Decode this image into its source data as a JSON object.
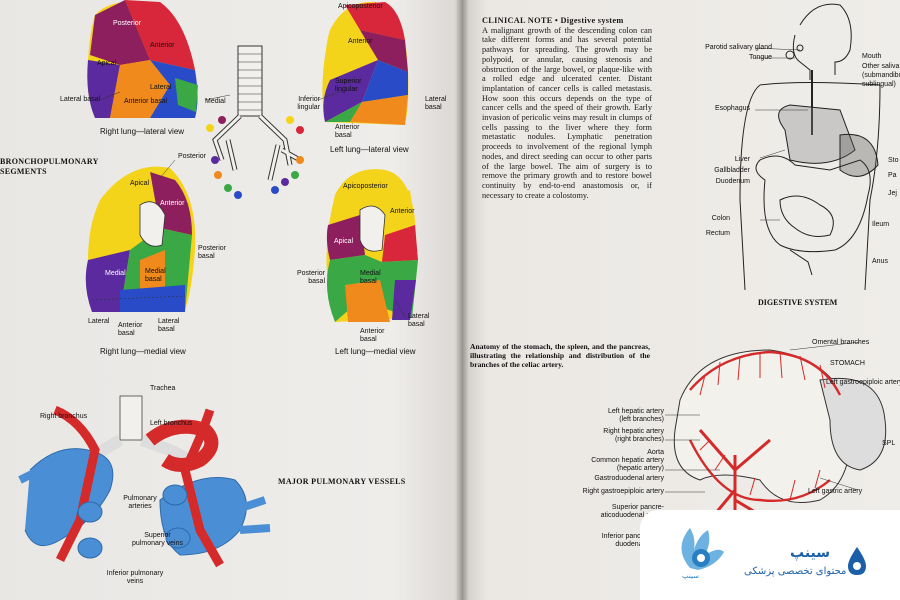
{
  "left_page": {
    "section_title": "BRONCHOPULMONARY\nSEGMENTS",
    "vessels_title": "MAJOR PULMONARY VESSELS",
    "right_lateral": {
      "caption": "Right lung—lateral view",
      "segments": [
        "Posterior",
        "Anterior",
        "Apical",
        "Lateral",
        "Anterior basal"
      ],
      "outer_labels": [
        "Lateral basal",
        "Medial"
      ]
    },
    "left_lateral": {
      "caption": "Left lung—lateral view",
      "segments": [
        "Apicoposterior",
        "Anterior",
        "Superior lingular"
      ],
      "outer_labels": [
        "Inferior lingular",
        "Anterior basal",
        "Lateral basal"
      ]
    },
    "right_medial": {
      "caption": "Right lung—medial view",
      "segments": [
        "Apical",
        "Anterior",
        "Medial",
        "Medial basal"
      ],
      "outer_labels": [
        "Posterior",
        "Posterior basal",
        "Lateral",
        "Anterior basal",
        "Lateral basal"
      ]
    },
    "left_medial": {
      "caption": "Left lung—medial view",
      "segments": [
        "Apicoposterior",
        "Anterior",
        "Apical",
        "Medial basal"
      ],
      "outer_labels": [
        "Posterior basal",
        "Anterior basal",
        "Lateral basal"
      ]
    },
    "vessels_labels": [
      "Trachea",
      "Right bronchus",
      "Left bronchus",
      "Pulmonary arteries",
      "Superior pulmonary veins",
      "Inferior pulmonary veins"
    ]
  },
  "right_page": {
    "clinical_title": "CLINICAL NOTE • Digestive system",
    "clinical_text": "A malignant growth of the descending colon can take different forms and has several potential pathways for spreading. The growth may be polypoid, or annular, causing stenosis and obstruction of the large bowel, or plaque-like with a rolled edge and ulcerated center. Distant implantation of cancer cells is called metastasis. How soon this occurs depends on the type of cancer cells and the speed of their growth. Early invasion of pericolic veins may result in clumps of cells passing to the liver where they form metastatic nodules. Lymphatic penetration proceeds to involvement of the regional lymph nodes, and direct seeding can occur to other parts of the large bowel. The aim of surgery is to remove the primary growth and to restore bowel continuity by end-to-end anastomosis or, if necessary to create a colostomy.",
    "digestive": {
      "caption": "DIGESTIVE SYSTEM",
      "labels_left": [
        "Parotid salivary gland",
        "Tongue",
        "Esophagus",
        "Liver",
        "Gallbladder",
        "Duodenum",
        "Colon",
        "Rectum"
      ],
      "labels_right": [
        "Mouth",
        "Other saliva",
        "(submandibu",
        "sublingual)",
        "Sto",
        "Pa",
        "Jej",
        "Ileum",
        "Anus"
      ]
    },
    "stomach_caption": "Anatomy of the stomach, the spleen, and the pancreas, illustrating the relationship and distribution of the branches of the celiac artery.",
    "stomach_labels": {
      "left": [
        "Left hepatic artery",
        "(left branches)",
        "Right hepatic artery",
        "(right branches)",
        "Aorta",
        "Common hepatic artery",
        "(hepatic artery)",
        "Gastroduodenal artery",
        "Right gastroepiploic artery",
        "Superior pancre-",
        "aticoduodenal artery",
        "Inferior pancreatico-",
        "duodenal artery"
      ],
      "right": [
        "Omental branches",
        "STOMACH",
        "Left gastroepiploic artery",
        "SPL",
        "Left gastric artery"
      ]
    }
  },
  "watermark": {
    "brand": "سینپ",
    "tagline": "محتوای تخصصی پزشکی",
    "logo_caption": "سینپ"
  },
  "colors": {
    "yellow": "#f4d41a",
    "orange": "#f08a1c",
    "red": "#d8263a",
    "magenta": "#8e1f5e",
    "purple": "#5a2a9e",
    "blue": "#2a4bc8",
    "green": "#3aa845",
    "artery": "#d42a2a",
    "vein": "#4a8fd6",
    "brand_blue": "#1c5fa8"
  }
}
